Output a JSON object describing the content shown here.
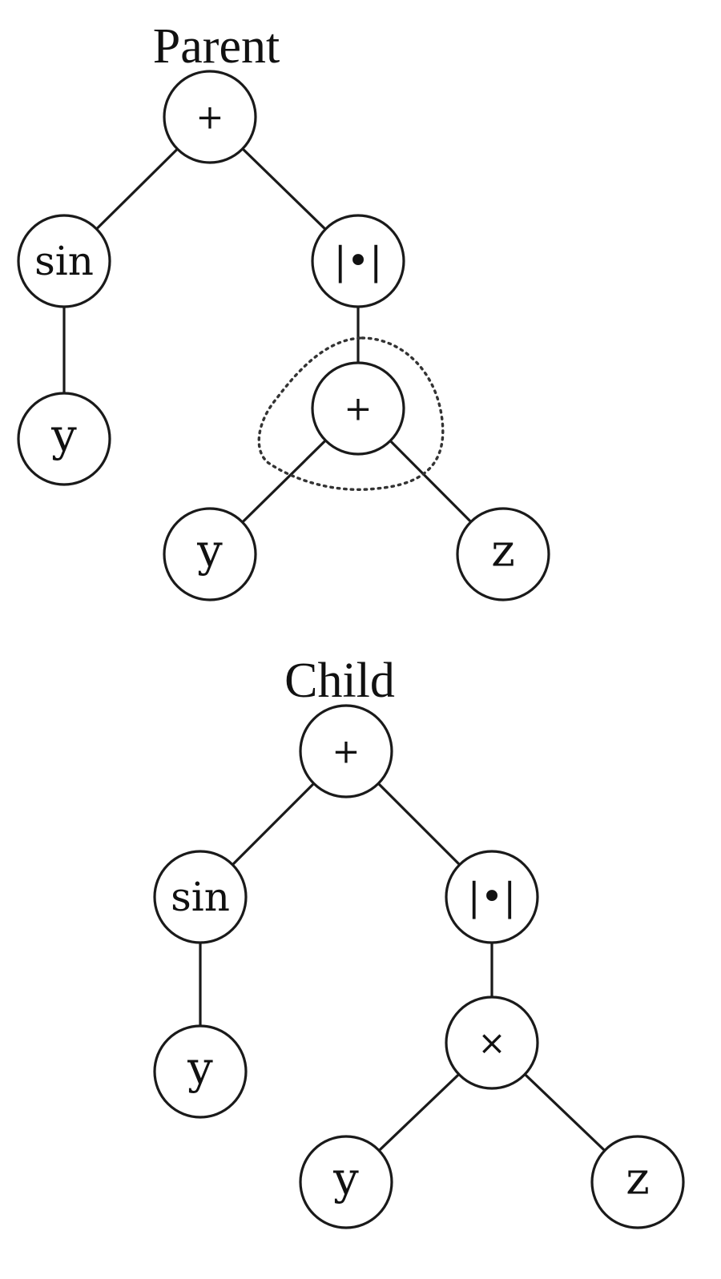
{
  "trees": [
    {
      "title": "Parent",
      "nodes": [
        {
          "id": "root",
          "label": "+"
        },
        {
          "id": "sin",
          "label": "sin"
        },
        {
          "id": "abs",
          "label": "|•|"
        },
        {
          "id": "y1",
          "label": "y"
        },
        {
          "id": "inner",
          "label": "+"
        },
        {
          "id": "y2",
          "label": "y"
        },
        {
          "id": "z",
          "label": "z"
        }
      ],
      "edges": [
        [
          "root",
          "sin"
        ],
        [
          "root",
          "abs"
        ],
        [
          "sin",
          "y1"
        ],
        [
          "abs",
          "inner"
        ],
        [
          "inner",
          "y2"
        ],
        [
          "inner",
          "z"
        ]
      ],
      "highlighted_node": "inner"
    },
    {
      "title": "Child",
      "nodes": [
        {
          "id": "root",
          "label": "+"
        },
        {
          "id": "sin",
          "label": "sin"
        },
        {
          "id": "abs",
          "label": "|•|"
        },
        {
          "id": "y1",
          "label": "y"
        },
        {
          "id": "inner",
          "label": "×"
        },
        {
          "id": "y2",
          "label": "y"
        },
        {
          "id": "z",
          "label": "z"
        }
      ],
      "edges": [
        [
          "root",
          "sin"
        ],
        [
          "root",
          "abs"
        ],
        [
          "sin",
          "y1"
        ],
        [
          "abs",
          "inner"
        ],
        [
          "inner",
          "y2"
        ],
        [
          "inner",
          "z"
        ]
      ]
    }
  ]
}
